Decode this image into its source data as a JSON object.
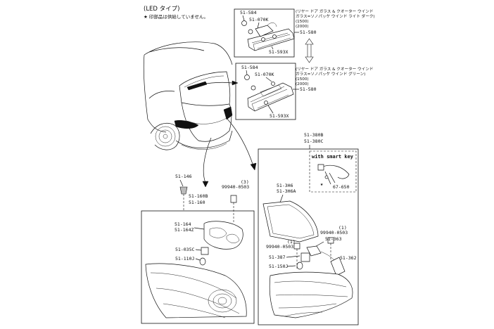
{
  "header": {
    "title": "(LED タイプ)",
    "note": "★ 印部品は供給していません。"
  },
  "upper_variant": {
    "labels": [
      "51-584",
      "51-070K",
      "51-580",
      "51-593X"
    ],
    "desc": [
      "(リヤー ドア ガラス & クオーター ウインド",
      "ガラス=ソノパッケ ウインド ライト ダーク)",
      "(1500)",
      "(2000)"
    ]
  },
  "lower_variant": {
    "labels": [
      "51-584",
      "51-070K",
      "51-580",
      "51-593X"
    ],
    "desc": [
      "(リヤー ドア ガラス & クオーター ウインド",
      "ガラス=ソノパッケ ウインド グリーン)",
      "(1500)",
      "(2000)"
    ]
  },
  "left_assembly": {
    "labels": [
      "51-146",
      "51-160B",
      "51-160",
      "99940-0503",
      "(3)",
      "51-164",
      "51-164Z",
      "51-035C",
      "51-110J"
    ]
  },
  "right_assembly": {
    "top_labels": [
      "51-380B",
      "51-380C"
    ],
    "smart_key_title": "with smart key",
    "smart_key_part": "67-650",
    "labels": [
      "51-3H6",
      "51-3H6A",
      "99940-0503",
      "(1)",
      "99940-0503",
      "(1)",
      "51-363",
      "51-387",
      "51-150J",
      "51-362"
    ]
  }
}
